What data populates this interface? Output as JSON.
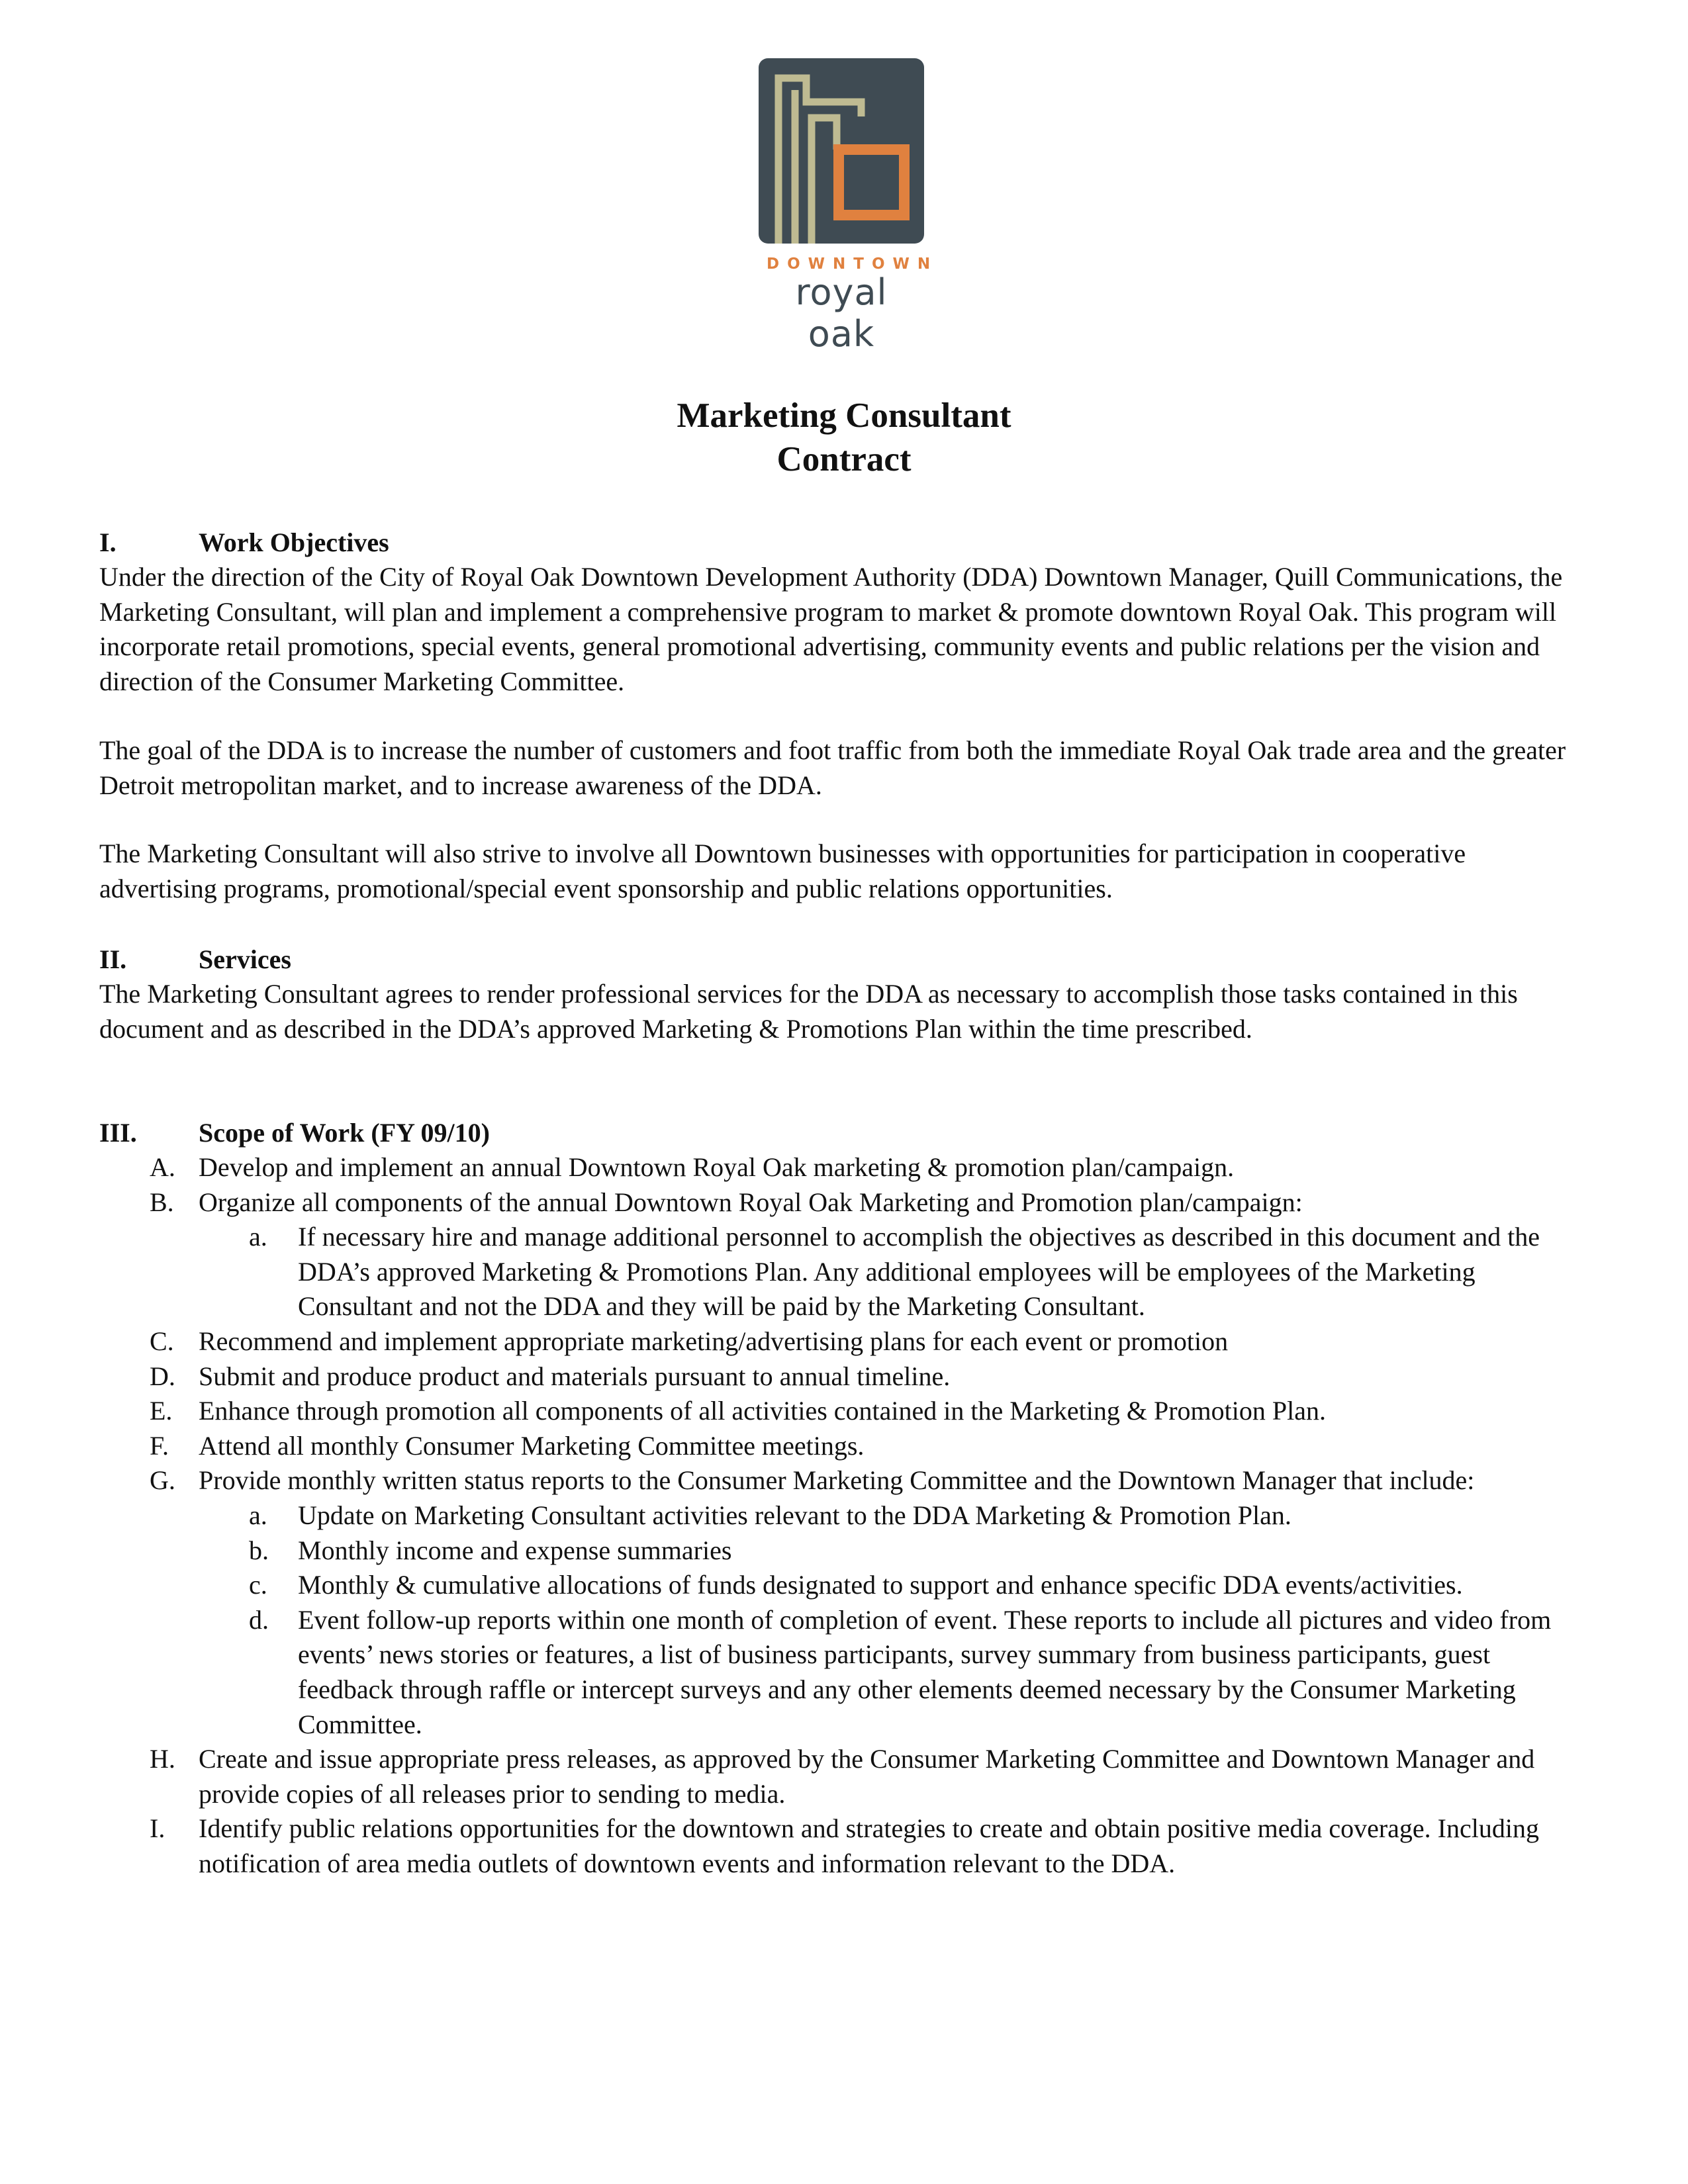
{
  "logo": {
    "word_top": "DOWNTOWN",
    "word_bottom": "royal oak",
    "colors": {
      "tile": "#3f4b53",
      "line": "#bfbb92",
      "accent": "#e0813f"
    }
  },
  "title": {
    "line1": "Marketing Consultant",
    "line2": "Contract"
  },
  "section1": {
    "num": "I.",
    "heading": "Work Objectives",
    "paragraphs": [
      "Under the direction of the City of Royal Oak Downtown Development Authority (DDA) Downtown Manager, Quill Communications, the Marketing Consultant, will plan and implement a comprehensive program to market & promote downtown Royal Oak.  This program will incorporate retail promotions, special events, general promotional advertising, community events and public relations per the vision and direction of the Consumer Marketing Committee.",
      "The goal of the DDA is to increase the number of customers and foot traffic from both the immediate Royal Oak trade area and the greater Detroit metropolitan market, and to increase awareness of the DDA.",
      "The Marketing Consultant will also strive to involve all Downtown businesses with opportunities for participation in cooperative advertising programs, promotional/special event sponsorship and public relations opportunities."
    ]
  },
  "section2": {
    "num": "II.",
    "heading": "Services",
    "paragraph": "The Marketing Consultant agrees to render professional services for the DDA as necessary to accomplish those tasks contained in this document and as described in the DDA’s approved Marketing & Promotions Plan within the time prescribed."
  },
  "section3": {
    "num": "III.",
    "heading": "Scope of Work (FY 09/10)",
    "items": {
      "A": {
        "mark": "A.",
        "text": "Develop and implement an annual Downtown Royal Oak marketing & promotion plan/campaign."
      },
      "B": {
        "mark": "B.",
        "text": "Organize all components of the annual Downtown Royal Oak Marketing and Promotion plan/campaign:"
      },
      "B_a": {
        "mark": "a.",
        "text": "If necessary hire and manage additional personnel to accomplish the objectives as described in this document and the DDA’s approved Marketing & Promotions Plan. Any additional employees will be employees of the Marketing Consultant and not the DDA and they will be paid by the Marketing Consultant."
      },
      "C": {
        "mark": "C.",
        "text": "Recommend and implement appropriate marketing/advertising plans for each event or promotion"
      },
      "D": {
        "mark": "D.",
        "text": "Submit and produce product and materials pursuant to annual timeline."
      },
      "E": {
        "mark": "E.",
        "text": "Enhance through promotion all components of all activities contained in the Marketing & Promotion Plan."
      },
      "F": {
        "mark": "F.",
        "text": "Attend all monthly Consumer Marketing Committee meetings."
      },
      "G": {
        "mark": "G.",
        "text": "Provide monthly written status reports to the Consumer Marketing Committee and the Downtown Manager that include:"
      },
      "G_a": {
        "mark": "a.",
        "text": "Update on Marketing Consultant activities relevant to the DDA Marketing & Promotion Plan."
      },
      "G_b": {
        "mark": "b.",
        "text": "Monthly income and expense summaries"
      },
      "G_c": {
        "mark": "c.",
        "text": "Monthly & cumulative allocations of funds designated to support and enhance specific DDA events/activities."
      },
      "G_d": {
        "mark": "d.",
        "text": "Event follow-up reports within one month of completion of event.  These reports to include all pictures and video from events’ news stories or features, a list of business participants, survey summary from business participants, guest feedback through raffle or intercept surveys and any other elements deemed necessary by the Consumer Marketing Committee."
      },
      "H": {
        "mark": "H.",
        "text": "Create and issue appropriate press releases, as approved by the Consumer Marketing Committee and Downtown Manager and provide copies of all releases prior to sending to media."
      },
      "I": {
        "mark": "I.",
        "text": " Identify public relations opportunities for the downtown and strategies to create and obtain positive media coverage. Including notification of area media outlets of downtown events and information relevant to the DDA."
      }
    }
  }
}
